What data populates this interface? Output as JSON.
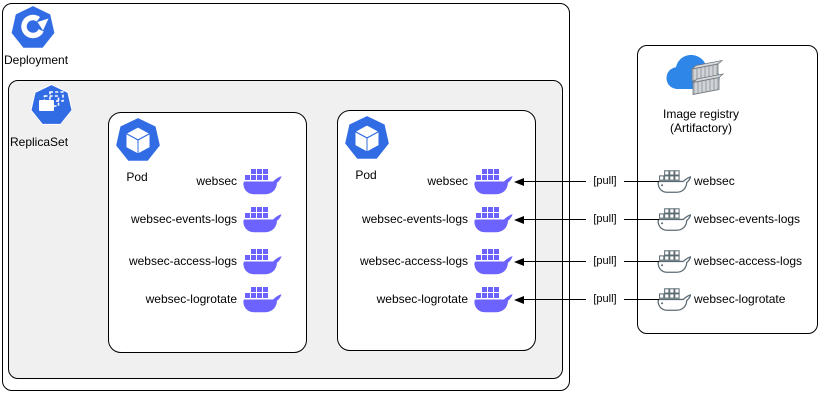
{
  "deployment": {
    "label": "Deployment"
  },
  "replicaset": {
    "label": "ReplicaSet"
  },
  "pods": [
    {
      "label": "Pod",
      "containers": [
        "websec",
        "websec-events-logs",
        "websec-access-logs",
        "websec-logrotate"
      ]
    },
    {
      "label": "Pod",
      "containers": [
        "websec",
        "websec-events-logs",
        "websec-access-logs",
        "websec-logrotate"
      ]
    }
  ],
  "registry": {
    "title_line1": "Image registry",
    "title_line2": "(Artifactory)",
    "images": [
      "websec",
      "websec-events-logs",
      "websec-access-logs",
      "websec-logrotate"
    ]
  },
  "pull_label": "[pull]",
  "icons": {
    "deployment": "kubernetes-deployment-icon",
    "replicaset": "kubernetes-replicaset-icon",
    "pod": "kubernetes-pod-icon",
    "container": "docker-whale-icon",
    "registry_image": "docker-whale-outline-icon",
    "registry": "cloud-containers-icon",
    "arrow": "pull-arrowhead-icon"
  },
  "colors": {
    "k8s_blue": "#326CE5",
    "docker_purple": "#6C63FF",
    "registry_outline_gray": "#5C6B73",
    "replicaset_background": "#F0F0F0",
    "cloud_blue": "#2E86E8",
    "container_gray": "#B4B8BD",
    "border_black": "#000000"
  }
}
